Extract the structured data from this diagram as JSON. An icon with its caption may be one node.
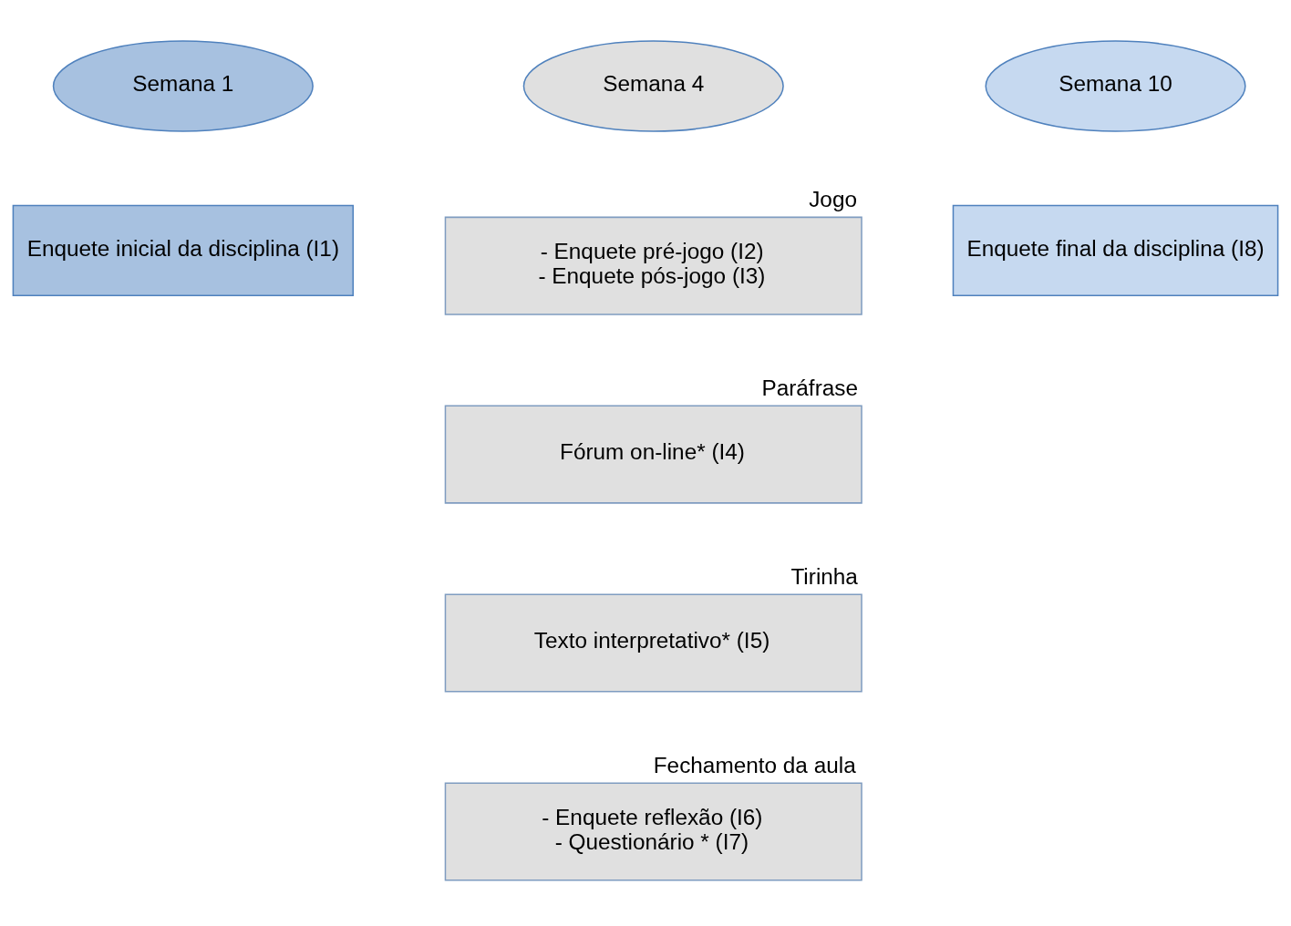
{
  "diagram": {
    "nodes": [
      {
        "text": [
          "Semana 1"
        ]
      },
      {
        "text": [
          "Semana 4"
        ]
      },
      {
        "text": [
          "Semana 10"
        ]
      },
      {
        "text": [
          "Enquete inicial da disciplina (I1)"
        ]
      },
      {
        "text": [
          "Jogo",
          "- Enquete pré-jogo (I2)",
          "- Enquete pós-jogo (I3)"
        ]
      },
      {
        "text": [
          "Paráfrase",
          "Fórum on-line* (I4)"
        ]
      },
      {
        "text": [
          "Tirinha",
          "Texto interpretativo* (I5)"
        ]
      },
      {
        "text": [
          "Fechamento da aula",
          "- Enquete reflexão (I6)",
          "- Questionário * (I7)"
        ]
      },
      {
        "text": [
          "Enquete final da disciplina (I8)"
        ]
      }
    ]
  }
}
